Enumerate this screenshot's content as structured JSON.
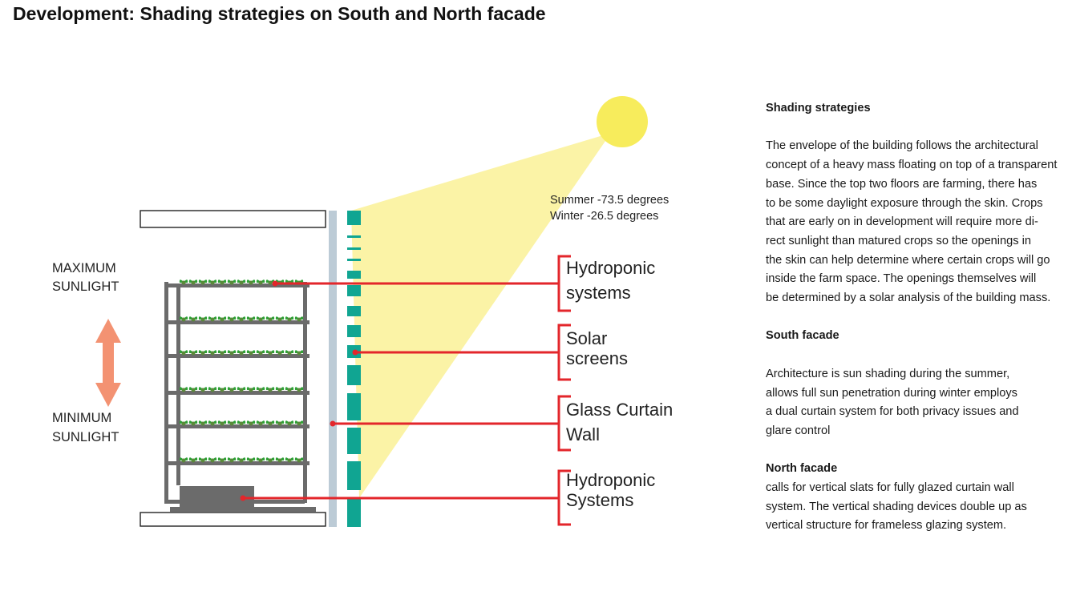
{
  "title": "Development: Shading strategies on South and North facade",
  "diagram": {
    "sun_angles": {
      "summer": "Summer -73.5 degrees",
      "winter": "Winter -26.5 degrees"
    },
    "sunlight": {
      "max_line1": "MAXIMUM",
      "max_line2": "SUNLIGHT",
      "min_line1": "MINIMUM",
      "min_line2": "SUNLIGHT"
    },
    "callouts": [
      {
        "line1": "Hydroponic",
        "line2": "systems"
      },
      {
        "line1": "Solar",
        "line2": "screens"
      },
      {
        "line1": "Glass Curtain",
        "line2": "Wall"
      },
      {
        "line1": "Hydroponic",
        "line2": "Systems"
      }
    ],
    "colors": {
      "red": "#e3262b",
      "teal": "#10a592",
      "sun": "#f7ec5c",
      "beam": "#fbf3a6",
      "glass": "#bccbd6",
      "rack": "#6b6b6b",
      "arrow": "#f39272",
      "plant": "#2fa036"
    }
  },
  "text": {
    "shading_heading": "Shading strategies",
    "shading_lines": [
      "The envelope of the building follows the architectural",
      "concept of a heavy mass floating on top of a transparent",
      "base. Since the top two floors are farming, there has",
      "to be some daylight exposure through the skin. Crops",
      "that are early on in development will require more di-",
      "rect sunlight than matured crops so the openings in",
      "the skin can help determine where certain crops will go",
      "inside the farm space. The openings themselves will",
      "be determined by a solar analysis of the building mass."
    ],
    "south_heading": "South facade",
    "south_lines": [
      "Architecture is sun shading during the summer,",
      "allows full sun penetration during winter employs",
      "a dual curtain system for both privacy issues and",
      "glare control"
    ],
    "north_heading": "North facade",
    "north_lines": [
      "calls for vertical slats for fully glazed curtain wall",
      "system. The vertical shading devices double up as",
      "vertical structure for frameless glazing system."
    ]
  }
}
